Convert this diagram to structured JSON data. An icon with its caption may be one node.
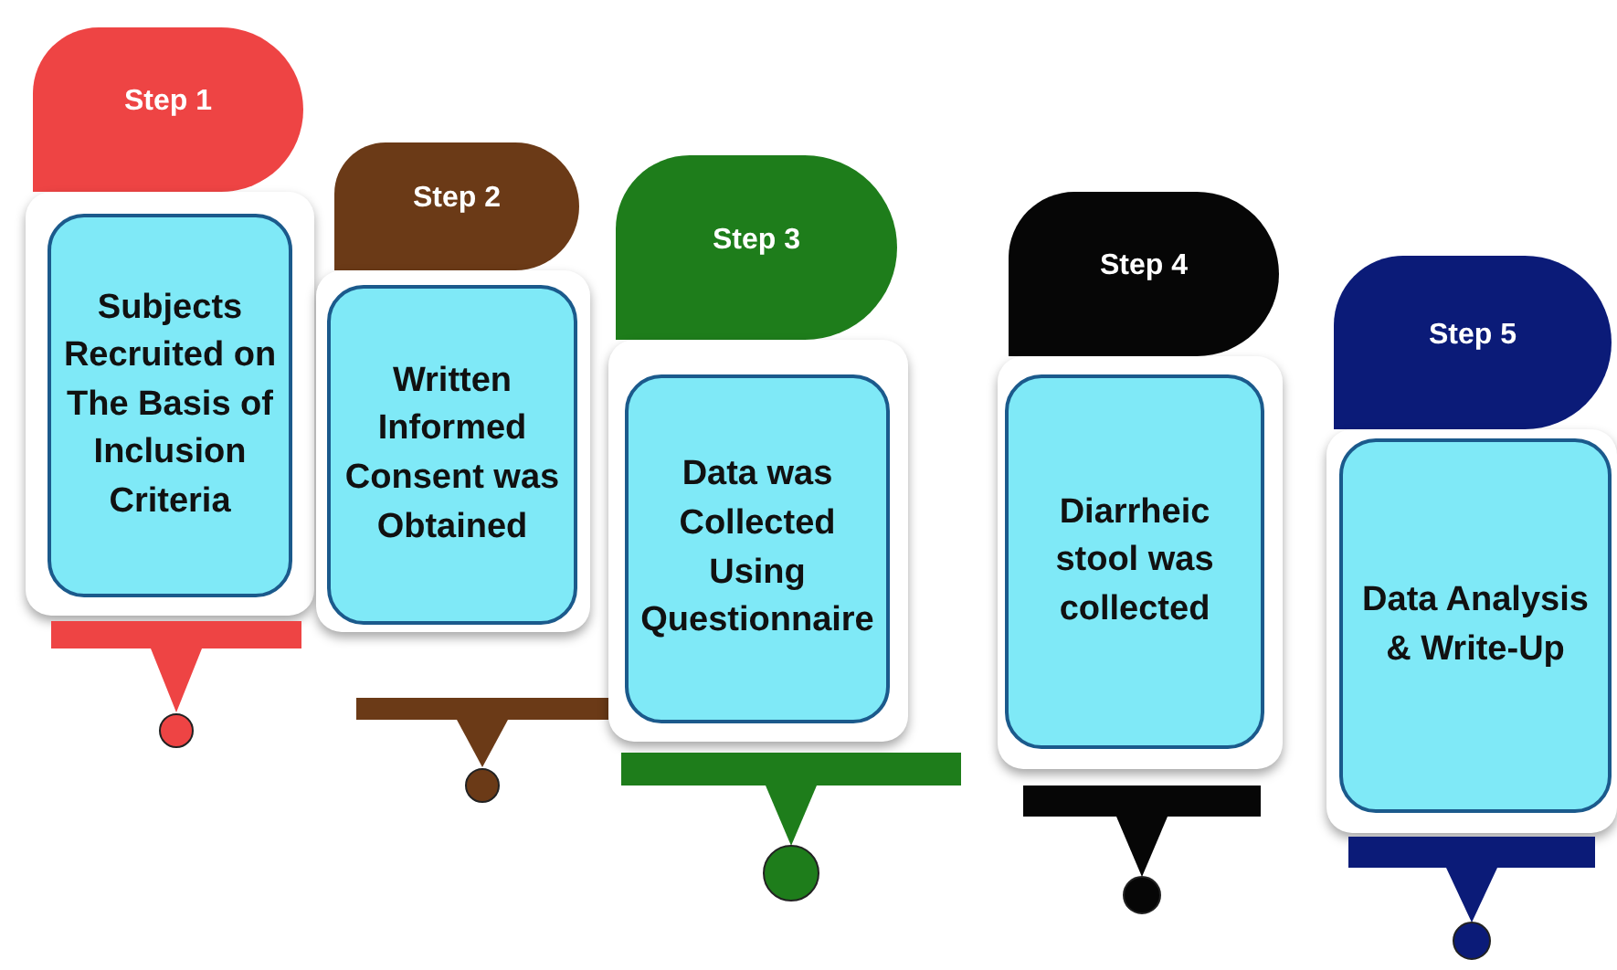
{
  "diagram": {
    "nodes": [
      {
        "text": [
          "Step 1"
        ]
      },
      {
        "text": [
          "Subjects Recruited on The Basis of Inclusion Criteria"
        ]
      },
      {
        "text": [
          "Step 2"
        ]
      },
      {
        "text": [
          "Written Informed Consent was Obtained"
        ]
      },
      {
        "text": [
          "Step 3"
        ]
      },
      {
        "text": [
          "Data was Collected Using Questionnaire"
        ]
      },
      {
        "text": [
          "Step 4"
        ]
      },
      {
        "text": [
          "Diarrheic stool was collected"
        ]
      },
      {
        "text": [
          "Step 5"
        ]
      },
      {
        "text": [
          "Data Analysis & Write-Up"
        ]
      }
    ]
  }
}
